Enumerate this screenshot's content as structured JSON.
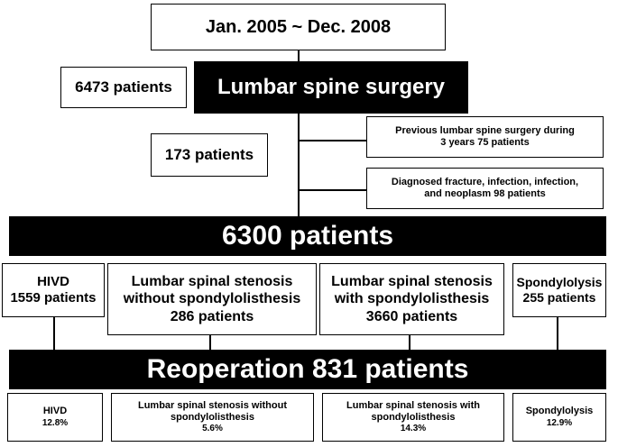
{
  "period": "Jan. 2005 ~ Dec. 2008",
  "total": {
    "count": "6473 patients",
    "label": "Lumbar spine surgery"
  },
  "excluded": {
    "count": "173 patients",
    "reasons": [
      {
        "line1": "Previous lumbar spine surgery during",
        "line2": "3 years 75 patients"
      },
      {
        "line1": "Diagnosed fracture, infection, infection,",
        "line2": "and neoplasm 98 patients"
      }
    ]
  },
  "included": "6300 patients",
  "groups": [
    {
      "line1": "HIVD",
      "line2": "1559 patients"
    },
    {
      "line1": "Lumbar spinal stenosis",
      "line2": "without spondylolisthesis",
      "line3": "286 patients"
    },
    {
      "line1": "Lumbar spinal stenosis",
      "line2": "with spondylolisthesis",
      "line3": "3660 patients"
    },
    {
      "line1": "Spondylolysis",
      "line2": "255 patients"
    }
  ],
  "reoperation": "Reoperation 831 patients",
  "rates": [
    {
      "line1": "HIVD",
      "pct": "12.8%"
    },
    {
      "line1": "Lumbar spinal stenosis without",
      "line2": "spondylolisthesis",
      "pct": "5.6%"
    },
    {
      "line1": "Lumbar spinal stenosis with",
      "line2": "spondylolisthesis",
      "pct": "14.3%"
    },
    {
      "line1": "Spondylolysis",
      "pct": "12.9%"
    }
  ]
}
